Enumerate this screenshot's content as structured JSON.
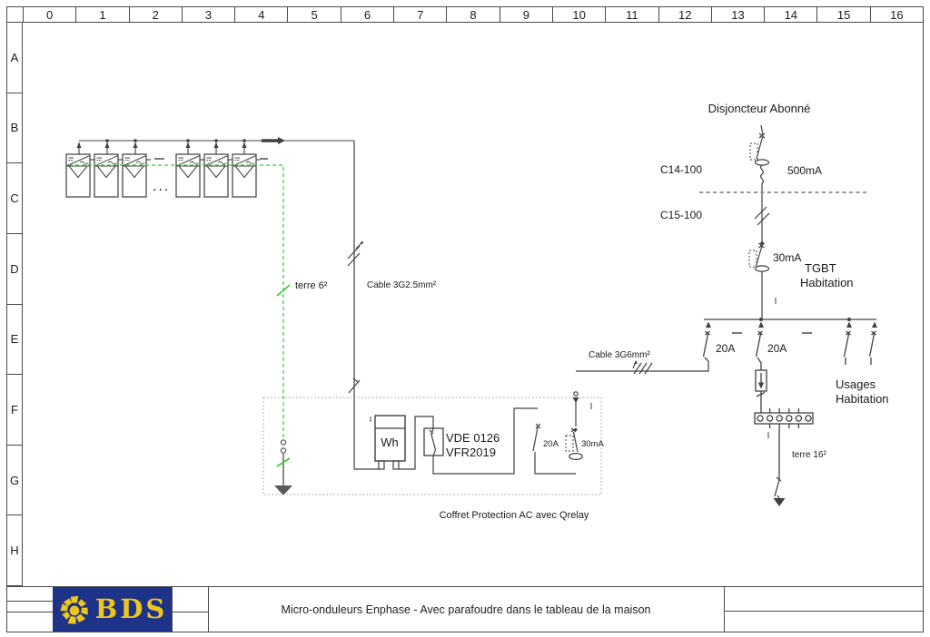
{
  "sheet": {
    "columns": [
      "0",
      "1",
      "2",
      "3",
      "4",
      "5",
      "6",
      "7",
      "8",
      "9",
      "10",
      "11",
      "12",
      "13",
      "14",
      "15",
      "16"
    ],
    "rows": [
      "A",
      "B",
      "C",
      "D",
      "E",
      "F",
      "G",
      "H"
    ]
  },
  "labels": {
    "disjoncteur": "Disjoncteur Abonné",
    "c14": "C14-100",
    "ma500": "500mA",
    "c15": "C15-100",
    "ma30": "30mA",
    "tgbt1": "TGBT",
    "tgbt2": "Habitation",
    "terre6": "terre 6²",
    "cable25": "Cable 3G2.5mm²",
    "cable6": "Cable 3G6mm²",
    "a20_left": "20A",
    "a20_mid": "20A",
    "usages1": "Usages",
    "usages2": "Habitation",
    "terre16": "terre 16²",
    "wh": "Wh",
    "vde1": "VDE 0126",
    "vde2": "VFR2019",
    "cof_20a": "20A",
    "cof_30ma": "30mA",
    "coffret": "Coffret Protection AC avec Qrelay",
    "dots": "..."
  },
  "title_block": {
    "logo": "BDS",
    "title": "Micro-onduleurs Enphase - Avec parafoudre dans le tableau de la maison"
  },
  "colors": {
    "line": "#404040",
    "earth_green": "#33cc33",
    "logo_bg": "#1e3287",
    "logo_yellow": "#edc51f",
    "separator_gray": "#8a8a8a"
  }
}
